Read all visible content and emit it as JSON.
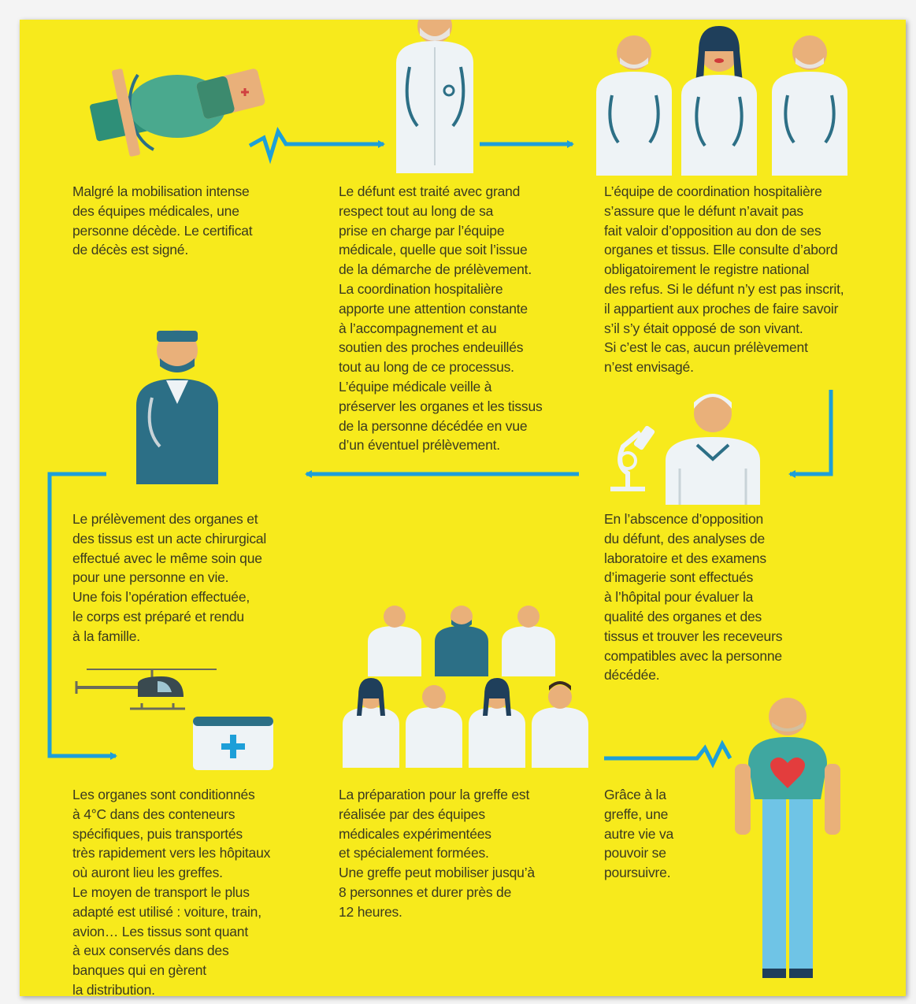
{
  "colors": {
    "background": "#f7ea1c",
    "arrow": "#1e9fd8",
    "text": "#3b3a20",
    "coat": "#eef3f6",
    "skin": "#e9b07a",
    "teal": "#2c6f86",
    "heart": "#e33d3d"
  },
  "icons": {
    "step1": "deceased-patient-icon",
    "step2": "doctor-icon",
    "step3": "coordination-team-icon",
    "step4": "laboratory-microscope-icon",
    "step5": "surgeon-icon",
    "step6": "helicopter-and-medical-kit-icon",
    "step7": "transplant-team-icon",
    "step8": "recipient-with-heart-icon"
  },
  "steps": {
    "s1": "Malgré la mobilisation intense\ndes équipes médicales, une\npersonne décède. Le certificat\nde décès est signé.",
    "s2": "Le défunt est traité avec grand\nrespect tout au long de sa\nprise en charge par l’équipe\nmédicale, quelle que soit l’issue\nde la démarche de prélèvement.\nLa coordination hospitalière\napporte une attention constante\nà l’accompagnement et au\nsoutien des proches endeuillés\ntout au long de ce processus.\nL’équipe médicale veille à\npréserver les organes et les tissus\nde la personne décédée en vue\nd’un éventuel prélèvement.",
    "s3": "L’équipe de coordination hospitalière\ns’assure que le défunt n’avait pas\nfait valoir d’opposition au don de ses\norganes et tissus. Elle consulte d’abord\nobligatoirement le registre national\ndes refus. Si le défunt n’y est pas inscrit,\nil appartient aux proches de faire savoir\ns’il s’y était opposé de son vivant.\nSi c’est le cas, aucun prélèvement\nn’est envisagé.",
    "s4": "En l’abscence d’opposition\ndu défunt, des analyses de\nlaboratoire et des examens\nd’imagerie sont effectués\nà l’hôpital pour évaluer la\nqualité des organes et des\ntissus et trouver les receveurs\ncompatibles avec la personne\ndécédée.",
    "s5": "Le prélèvement des organes et\ndes tissus est un acte chirurgical\neffectué avec le même soin que\npour une personne en vie.\nUne fois l’opération effectuée,\nle corps est préparé et rendu\nà la famille.",
    "s6": "Les organes sont conditionnés\nà 4°C dans des conteneurs\nspécifiques, puis transportés\ntrès rapidement vers les hôpitaux\noù auront lieu les greffes.\nLe moyen de transport le plus\nadapté est utilisé : voiture, train,\navion… Les tissus sont quant\nà eux conservés dans des\nbanques qui en gèrent\nla distribution.",
    "s7": "La préparation pour la greffe est\nréalisée par des équipes\nmédicales expérimentées\net spécialement formées.\nUne greffe peut mobiliser jusqu’à\n8 personnes et durer près de\n12 heures.",
    "s8": "Grâce à la\ngreffe, une\nautre vie va\npouvoir se\npoursuivre."
  }
}
